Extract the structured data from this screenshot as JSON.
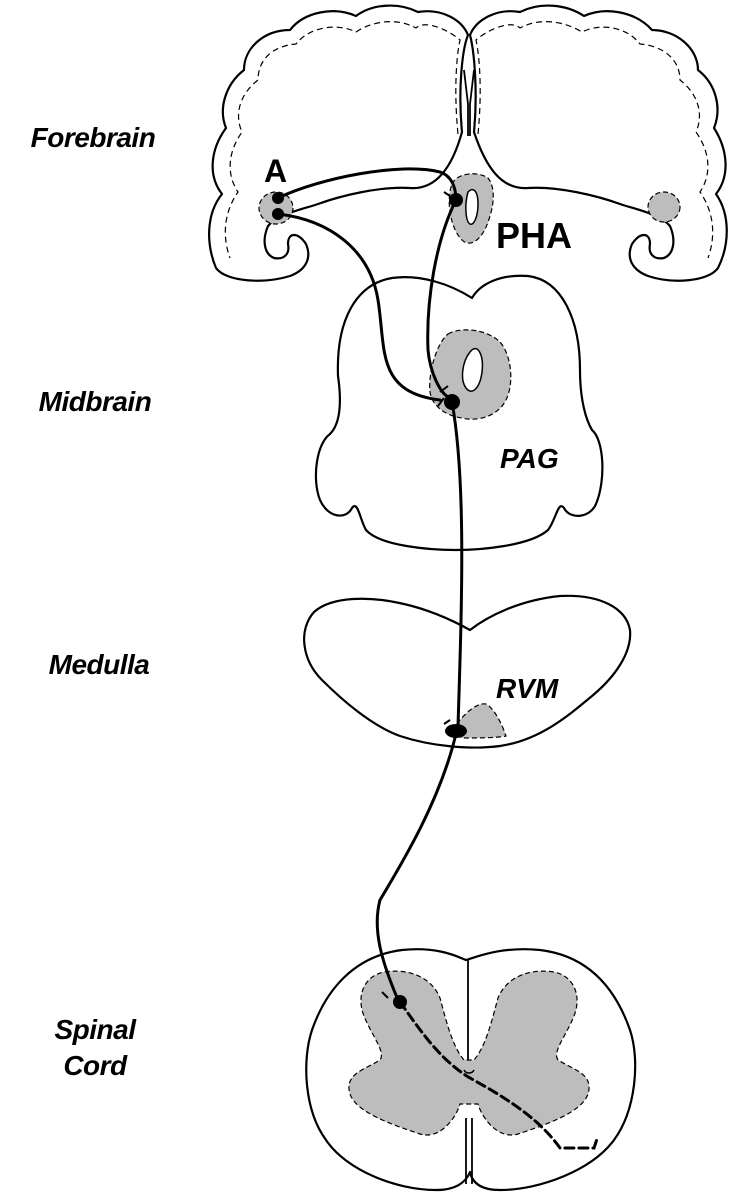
{
  "levels": {
    "forebrain": "Forebrain",
    "midbrain": "Midbrain",
    "medulla": "Medulla",
    "spinal_cord_line1": "Spinal",
    "spinal_cord_line2": "Cord"
  },
  "regions": {
    "amygdala": "A",
    "pha": "PHA",
    "pag": "PAG",
    "rvm": "RVM"
  },
  "colors": {
    "stroke": "#000000",
    "gray_matter": "#bdbdbd",
    "background": "#ffffff"
  }
}
